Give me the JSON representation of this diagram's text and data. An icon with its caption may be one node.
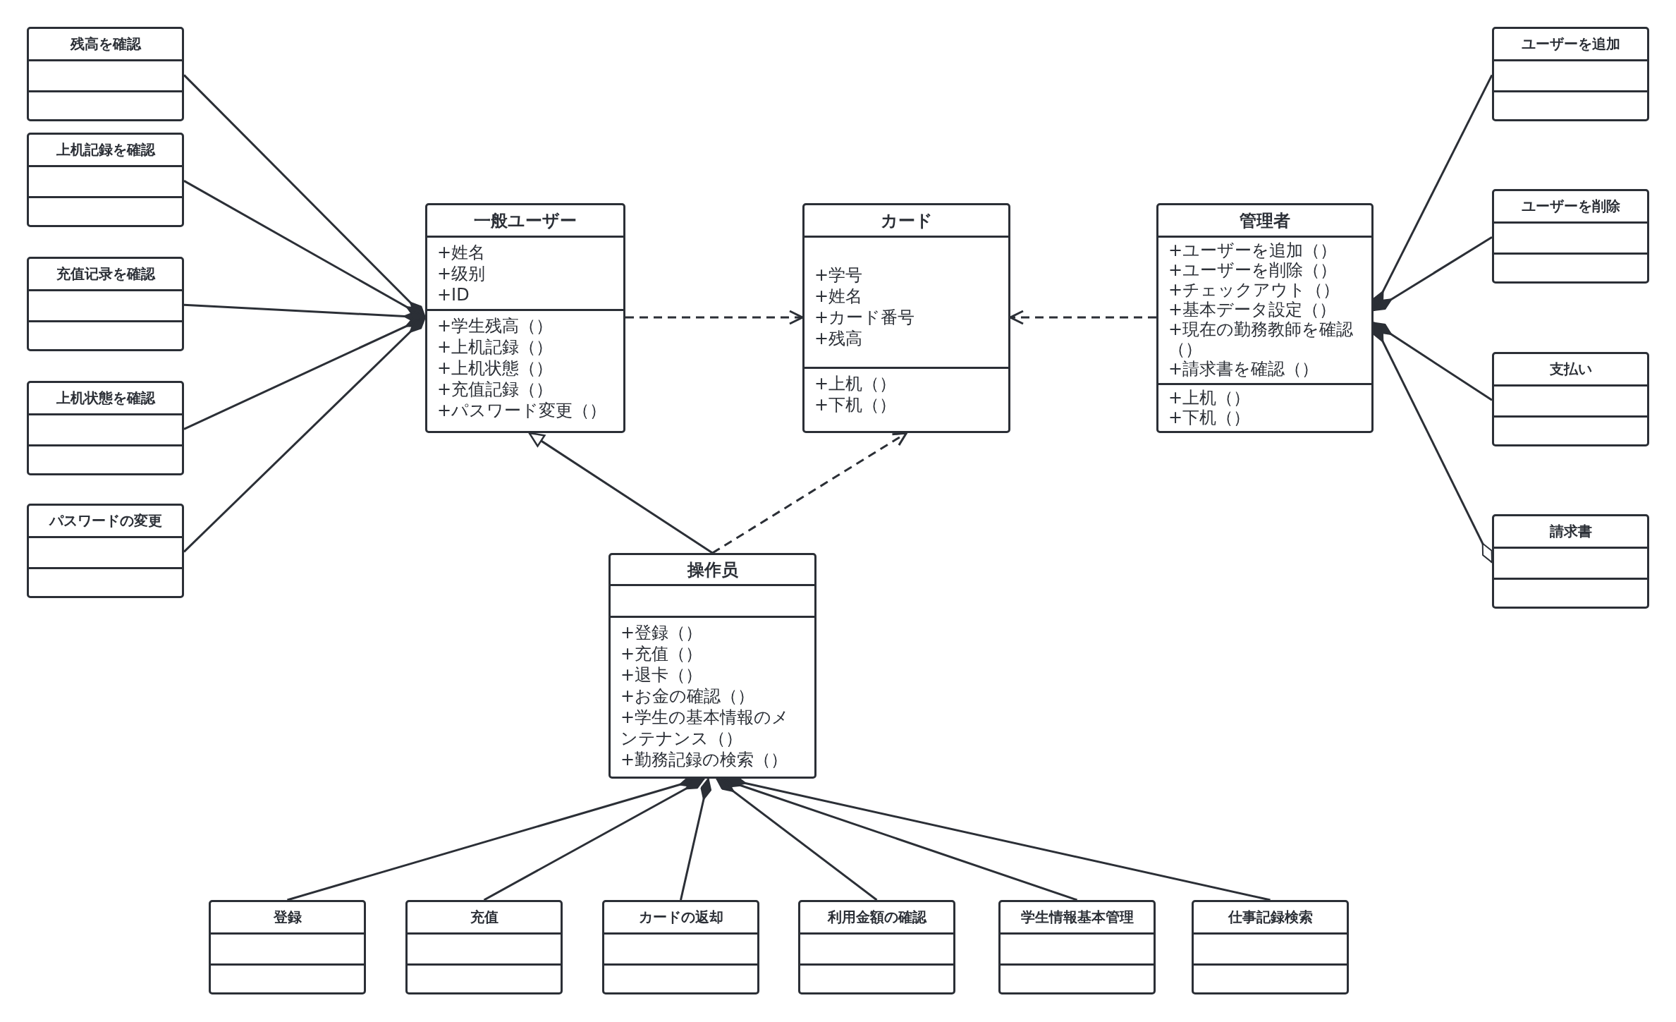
{
  "diagram": {
    "nodes": [
      {
        "text": [
          "残高を確認"
        ]
      },
      {
        "text": [],
        "shape": "box",
        "in": 0
      },
      {
        "text": [],
        "shape": "box",
        "in": 0
      },
      {
        "text": [
          "上机記録を確認"
        ]
      },
      {
        "text": [],
        "shape": "box",
        "in": 3
      },
      {
        "text": [],
        "shape": "box",
        "in": 3
      },
      {
        "text": [
          "充值记录を確認"
        ]
      },
      {
        "text": [],
        "shape": "box",
        "in": 6
      },
      {
        "text": [],
        "shape": "box",
        "in": 6
      },
      {
        "text": [
          "上机状態を確認"
        ]
      },
      {
        "text": [],
        "shape": "box",
        "in": 9
      },
      {
        "text": [],
        "shape": "box",
        "in": 9
      },
      {
        "text": [
          "パスワードの変更"
        ]
      },
      {
        "text": [],
        "shape": "box",
        "in": 12
      },
      {
        "text": [],
        "shape": "box",
        "in": 12
      },
      {
        "text": [
          "一般ユーザー"
        ]
      },
      {
        "text": [
          "+姓名",
          "+级别",
          "+ID"
        ],
        "in": 15
      },
      {
        "text": [
          "+学生残高（）",
          "+上机記録（）",
          "+上机状態（）",
          "+充值記録（）",
          "+パスワード変更（）"
        ],
        "in": 15
      },
      {
        "text": [
          "カード"
        ]
      },
      {
        "text": [
          "+学号",
          "+姓名",
          "+カード番号",
          "+残高"
        ],
        "in": 18
      },
      {
        "text": [
          "+上机（）",
          "+下机（）"
        ],
        "in": 18
      },
      {
        "text": [
          "管理者"
        ]
      },
      {
        "text": [
          "+ユーザーを追加（）",
          "+ユーザーを削除（）",
          "+チェックアウト（）",
          "+基本データ設定（）",
          "+現在の勤務教師を確認（）",
          "+請求書を確認（）"
        ],
        "in": 21
      },
      {
        "text": [
          "+上机（）",
          "+下机（）"
        ],
        "in": 21
      },
      {
        "text": [
          "ユーザーを追加"
        ]
      },
      {
        "text": [],
        "shape": "box",
        "in": 24
      },
      {
        "text": [],
        "shape": "box",
        "in": 24
      },
      {
        "text": [
          "ユーザーを削除"
        ]
      },
      {
        "text": [],
        "shape": "box",
        "in": 27
      },
      {
        "text": [],
        "shape": "box",
        "in": 27
      },
      {
        "text": [
          "支払い"
        ]
      },
      {
        "text": [],
        "shape": "box",
        "in": 30
      },
      {
        "text": [],
        "shape": "box",
        "in": 30
      },
      {
        "text": [
          "請求書"
        ]
      },
      {
        "text": [],
        "shape": "box",
        "in": 33
      },
      {
        "text": [],
        "shape": "box",
        "in": 33
      },
      {
        "text": [
          "操作员"
        ]
      },
      {
        "text": [],
        "shape": "box",
        "in": 36
      },
      {
        "text": [
          "+登録（）",
          "+充值（）",
          "+退卡（）",
          "+お金の確認（）",
          "+学生の基本情報のメンテナンス（）",
          "+勤務記録の検索（）"
        ],
        "in": 36
      },
      {
        "text": [
          "登録"
        ]
      },
      {
        "text": [],
        "shape": "box",
        "in": 39
      },
      {
        "text": [],
        "shape": "box",
        "in": 39
      },
      {
        "text": [
          "充值"
        ]
      },
      {
        "text": [],
        "shape": "box",
        "in": 42
      },
      {
        "text": [],
        "shape": "box",
        "in": 42
      },
      {
        "text": [
          "カードの返却"
        ]
      },
      {
        "text": [],
        "shape": "box",
        "in": 45
      },
      {
        "text": [],
        "shape": "box",
        "in": 45
      },
      {
        "text": [
          "利用金額の確認"
        ]
      },
      {
        "text": [],
        "shape": "box",
        "in": 48
      },
      {
        "text": [],
        "shape": "box",
        "in": 48
      },
      {
        "text": [
          "学生情報基本管理"
        ]
      },
      {
        "text": [],
        "shape": "box",
        "in": 51
      },
      {
        "text": [],
        "shape": "box",
        "in": 51
      },
      {
        "text": [
          "仕事記録検索"
        ]
      },
      {
        "text": [],
        "shape": "box",
        "in": 54
      },
      {
        "text": [],
        "shape": "box",
        "in": 54
      }
    ],
    "edges": [
      {
        "from": 0,
        "to": 15,
        "arrow": "other"
      },
      {
        "from": 3,
        "to": 15,
        "arrow": "other"
      },
      {
        "from": 6,
        "to": 15,
        "arrow": "other"
      },
      {
        "from": 9,
        "to": 15,
        "arrow": "other"
      },
      {
        "from": 12,
        "to": 15,
        "arrow": "other"
      },
      {
        "from": 15,
        "to": 18,
        "arrow": "to",
        "style": "dashed"
      },
      {
        "from": 21,
        "to": 18,
        "arrow": "to",
        "style": "dashed"
      },
      {
        "from": 36,
        "to": 15,
        "arrow": "to"
      },
      {
        "from": 36,
        "to": 18,
        "arrow": "to",
        "style": "dashed"
      },
      {
        "from": 24,
        "to": 21,
        "arrow": "other"
      },
      {
        "from": 27,
        "to": 21,
        "arrow": "other"
      },
      {
        "from": 30,
        "to": 21,
        "arrow": "other"
      },
      {
        "from": 33,
        "to": 21,
        "arrow": "other"
      },
      {
        "from": 39,
        "to": 36,
        "arrow": "other"
      },
      {
        "from": 42,
        "to": 36,
        "arrow": "other"
      },
      {
        "from": 45,
        "to": 36,
        "arrow": "other"
      },
      {
        "from": 48,
        "to": 36,
        "arrow": "other"
      },
      {
        "from": 51,
        "to": 36,
        "arrow": "other"
      },
      {
        "from": 54,
        "to": 36,
        "arrow": "other"
      }
    ]
  }
}
